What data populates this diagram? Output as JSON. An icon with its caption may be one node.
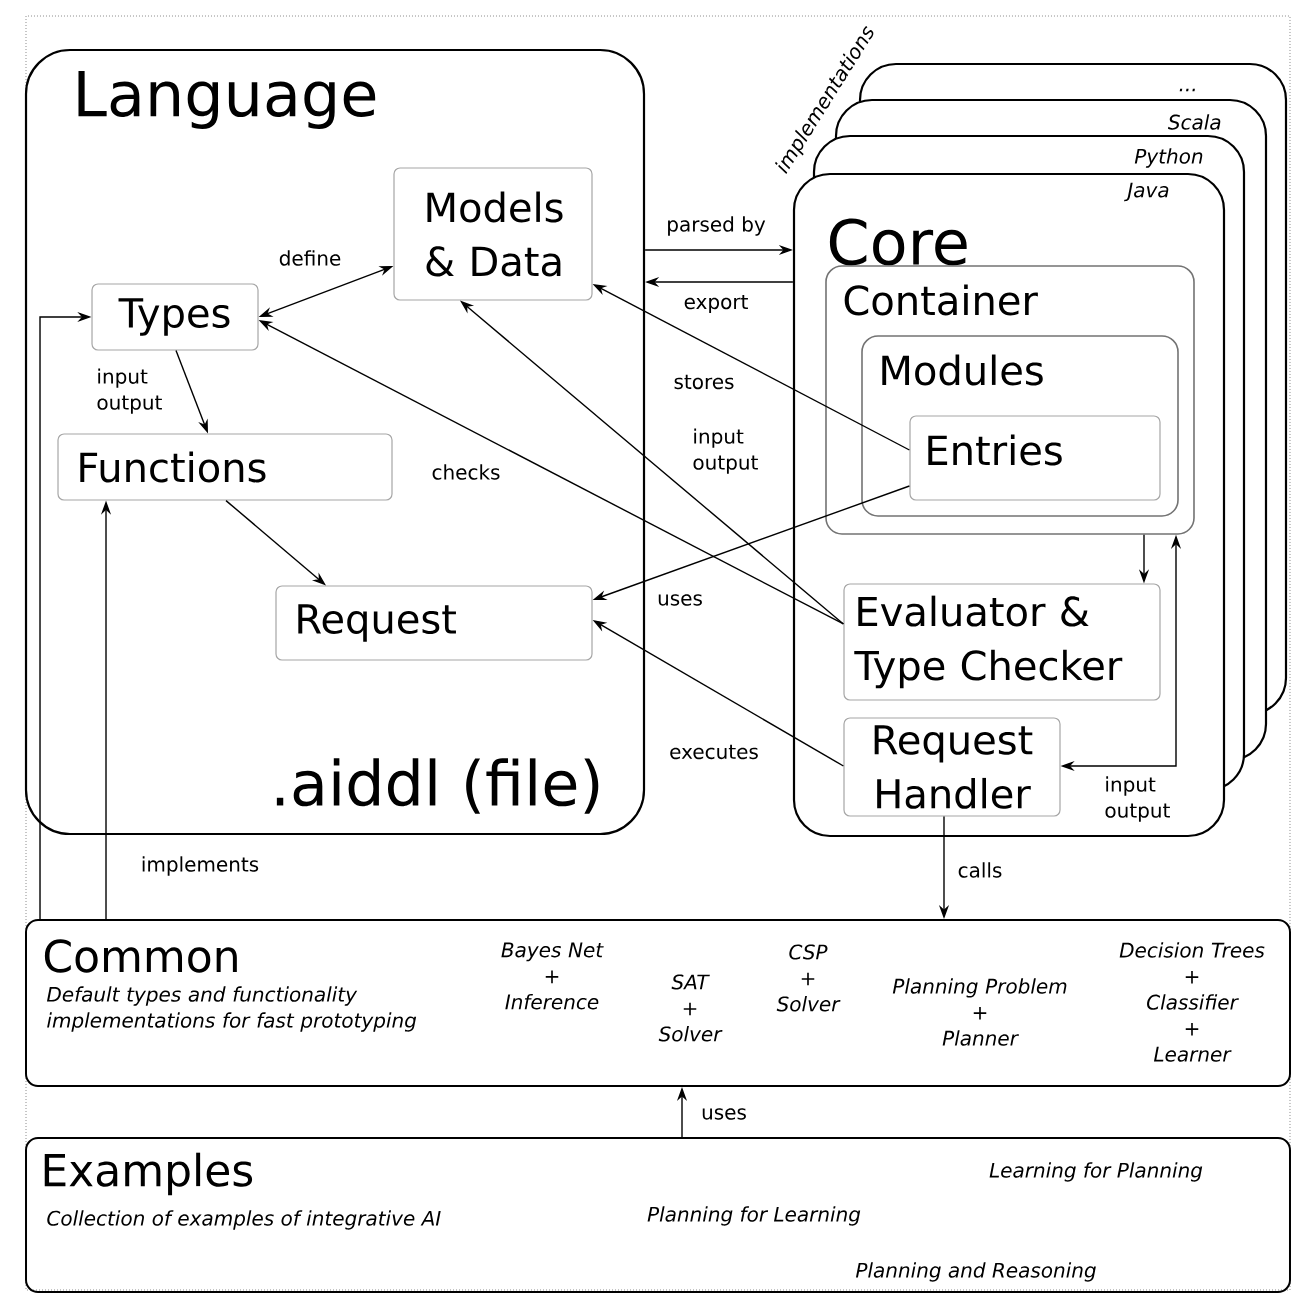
{
  "diagram": {
    "nodes": [
      {
        "text": [
          "Language",
          ".aiddl (file)"
        ]
      },
      {
        "text": [
          "Models & Data"
        ],
        "in": 0
      },
      {
        "text": [
          "Types"
        ],
        "in": 0
      },
      {
        "text": [
          "Functions"
        ],
        "in": 0
      },
      {
        "text": [
          "Request"
        ],
        "in": 0
      },
      {
        "text": [
          "Core",
          "Java"
        ]
      },
      {
        "text": [
          "Container"
        ],
        "in": 5
      },
      {
        "text": [
          "Modules"
        ],
        "in": 6
      },
      {
        "text": [
          "Entries"
        ],
        "in": 7
      },
      {
        "text": [
          "Evaluator & Type Checker"
        ],
        "in": 5
      },
      {
        "text": [
          "Request Handler"
        ],
        "in": 5
      },
      {
        "text": [
          "Common",
          "Default types and functionality implementations for fast prototyping",
          "Bayes Net + Inference",
          "SAT + Solver",
          "CSP + Solver",
          "Planning Problem + Planner",
          "Decision Trees + Classifier + Learner"
        ]
      },
      {
        "text": [
          "Examples",
          "Collection of examples of integrative AI",
          "Learning for Planning",
          "Planning for Learning",
          "Planning and Reasoning"
        ]
      }
    ],
    "edges": [
      {
        "from": 2,
        "to": 1,
        "arrow": "both",
        "label": "define"
      },
      {
        "from": 2,
        "to": 3,
        "arrow": "to",
        "label": "input output"
      },
      {
        "from": 3,
        "to": 4,
        "arrow": "to"
      },
      {
        "from": 0,
        "to": 5,
        "arrow": "to",
        "label": "parsed by"
      },
      {
        "from": 5,
        "to": 0,
        "arrow": "to",
        "label": "export"
      },
      {
        "from": 8,
        "to": 1,
        "arrow": "to",
        "label": "stores"
      },
      {
        "from": 9,
        "to": 2,
        "arrow": "to",
        "label": "checks"
      },
      {
        "from": 9,
        "to": 1,
        "arrow": "to",
        "label": "input output"
      },
      {
        "from": 8,
        "to": 4,
        "arrow": "to",
        "label": "uses"
      },
      {
        "from": 10,
        "to": 4,
        "arrow": "to",
        "label": "executes"
      },
      {
        "from": 6,
        "to": 9,
        "arrow": "to"
      },
      {
        "from": 10,
        "to": 6,
        "arrow": "both",
        "label": "input output"
      },
      {
        "from": 10,
        "to": 11,
        "arrow": "to",
        "label": "calls"
      },
      {
        "from": 11,
        "to": 3,
        "arrow": "to",
        "label": "implements"
      },
      {
        "from": 11,
        "to": 2,
        "arrow": "to"
      },
      {
        "from": 12,
        "to": 11,
        "arrow": "to",
        "label": "uses"
      }
    ],
    "labels": [
      "implementations",
      "...",
      "Scala",
      "Python"
    ]
  }
}
